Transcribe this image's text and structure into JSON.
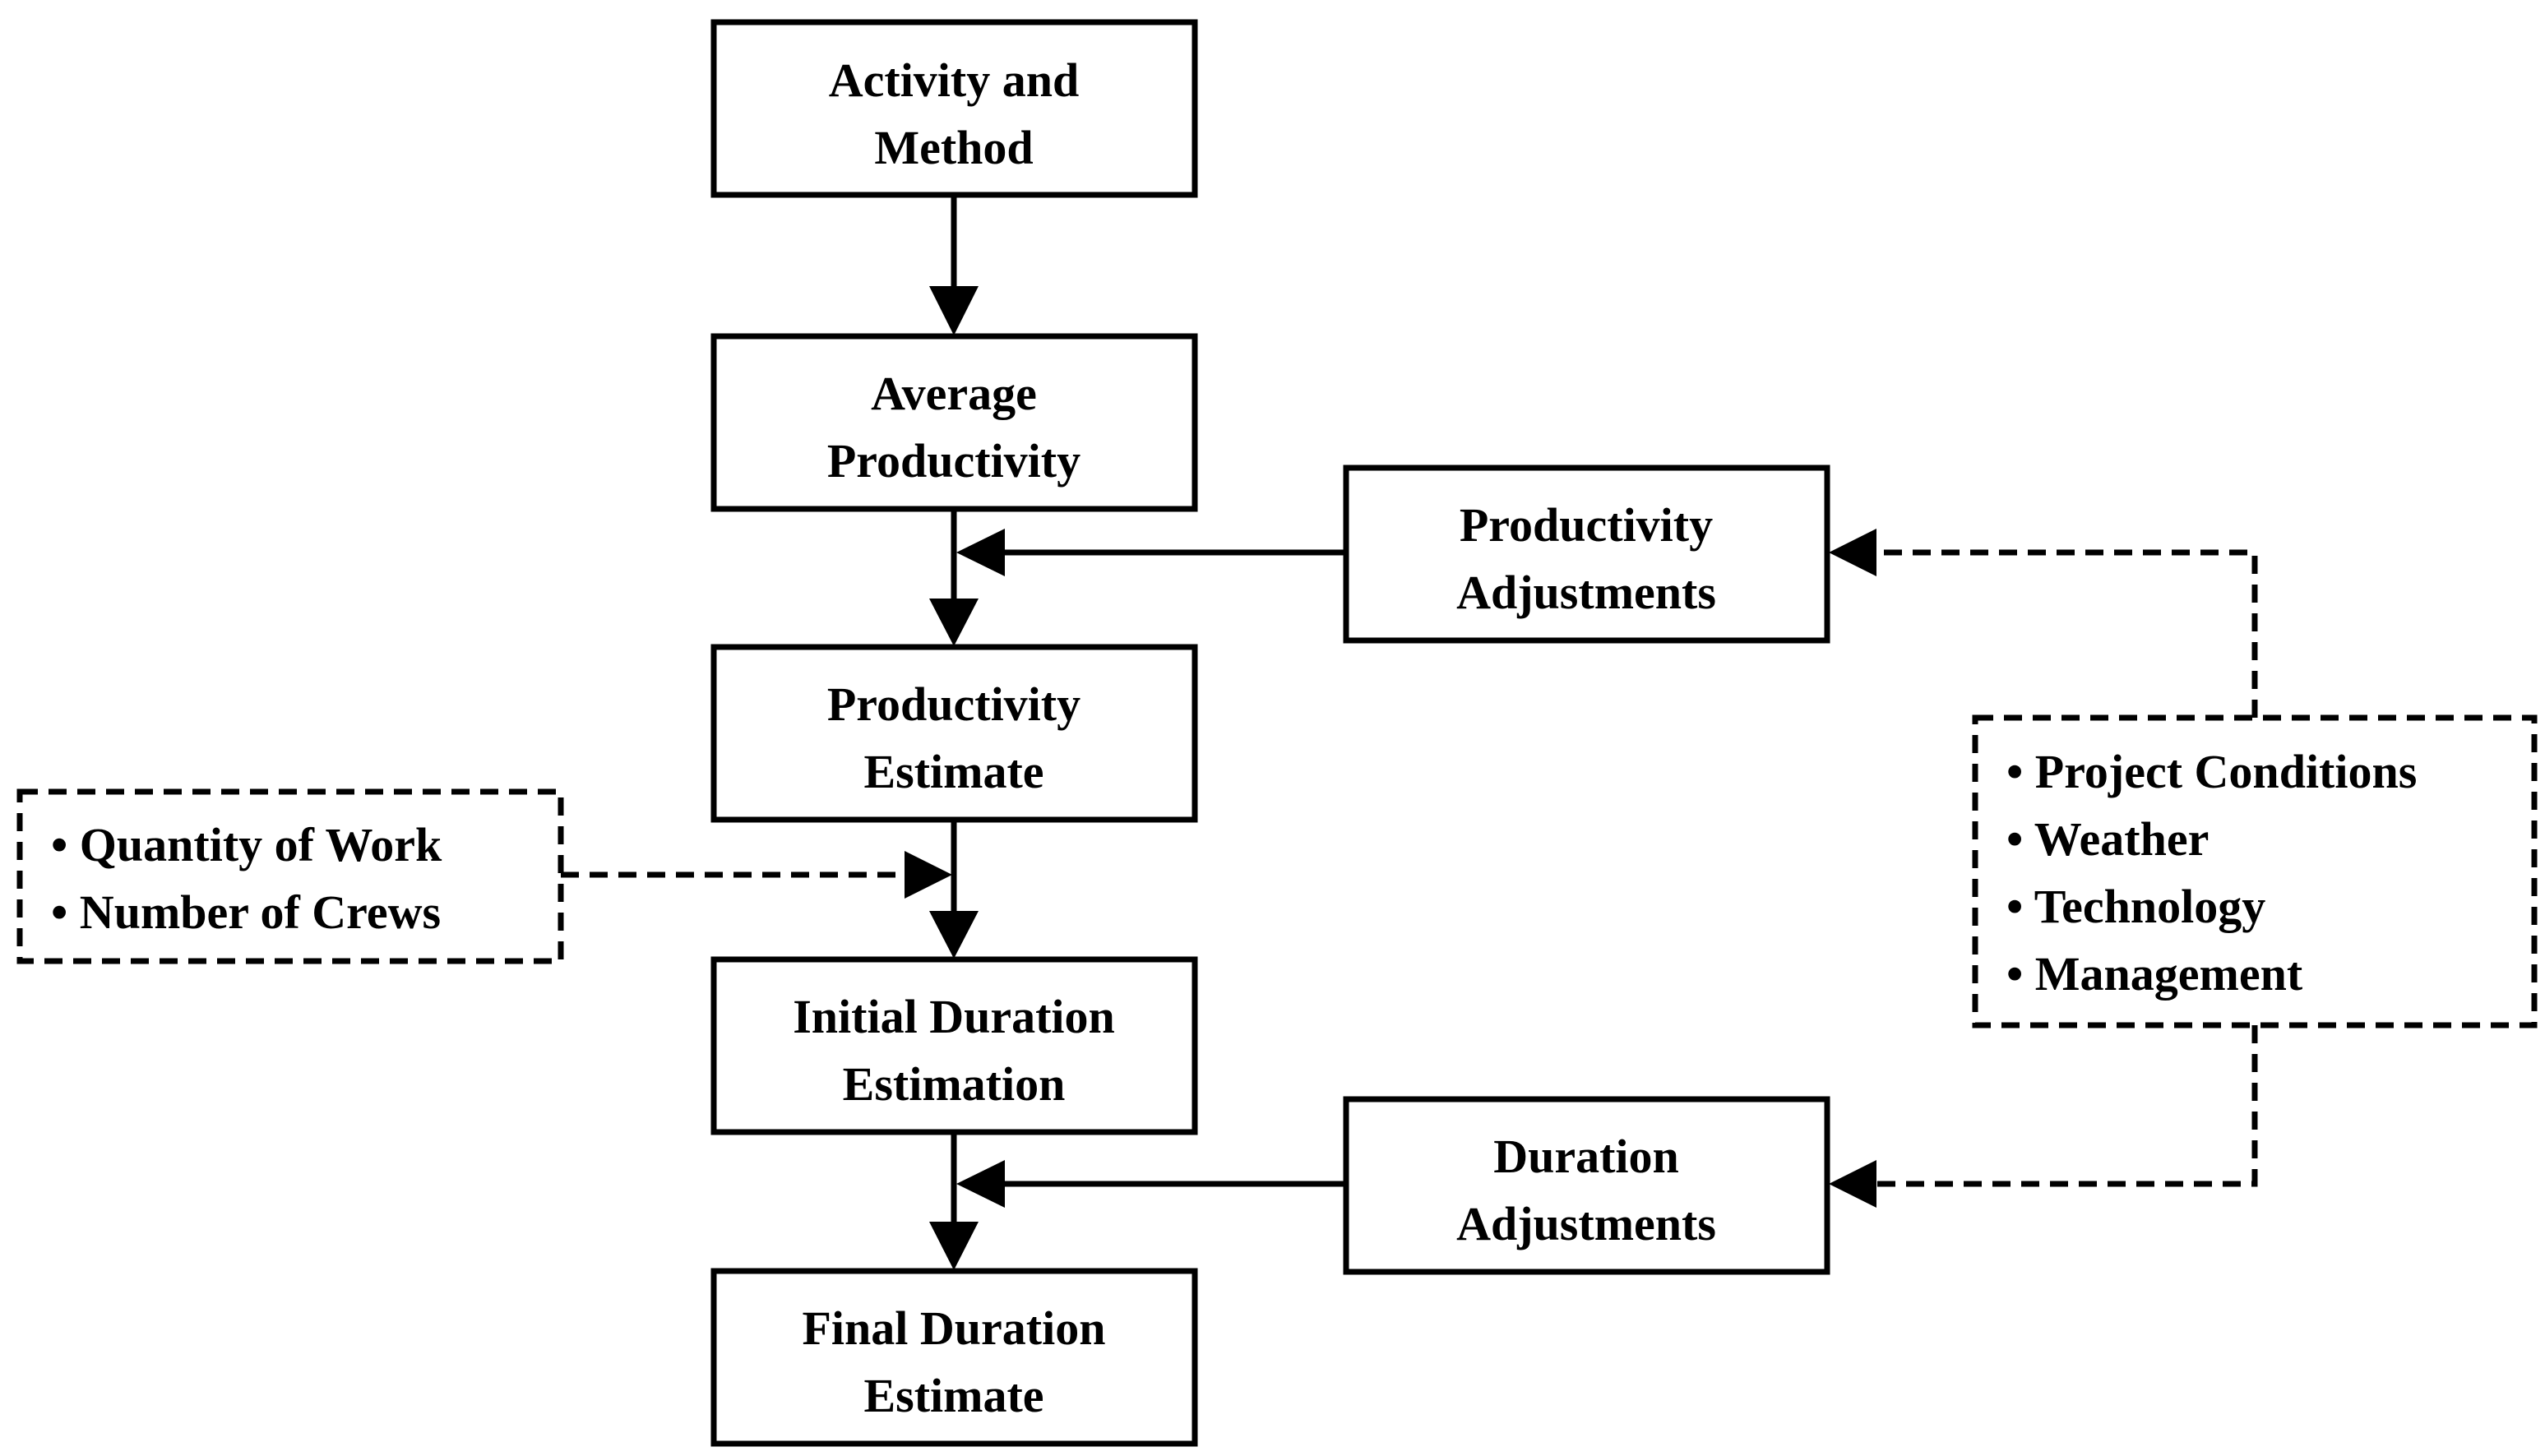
{
  "boxes": {
    "activity_method": [
      "Activity and",
      "Method"
    ],
    "average_productivity": [
      "Average",
      "Productivity"
    ],
    "productivity_estimate": [
      "Productivity",
      "Estimate"
    ],
    "initial_duration": [
      "Initial Duration",
      "Estimation"
    ],
    "final_duration": [
      "Final Duration",
      "Estimate"
    ],
    "productivity_adjustments": [
      "Productivity",
      "Adjustments"
    ],
    "duration_adjustments": [
      "Duration",
      "Adjustments"
    ]
  },
  "work_factors": {
    "items": [
      "• Quantity of Work",
      "• Number of Crews"
    ]
  },
  "project_factors": {
    "items": [
      "• Project Conditions",
      "• Weather",
      "• Technology",
      "• Management"
    ]
  }
}
